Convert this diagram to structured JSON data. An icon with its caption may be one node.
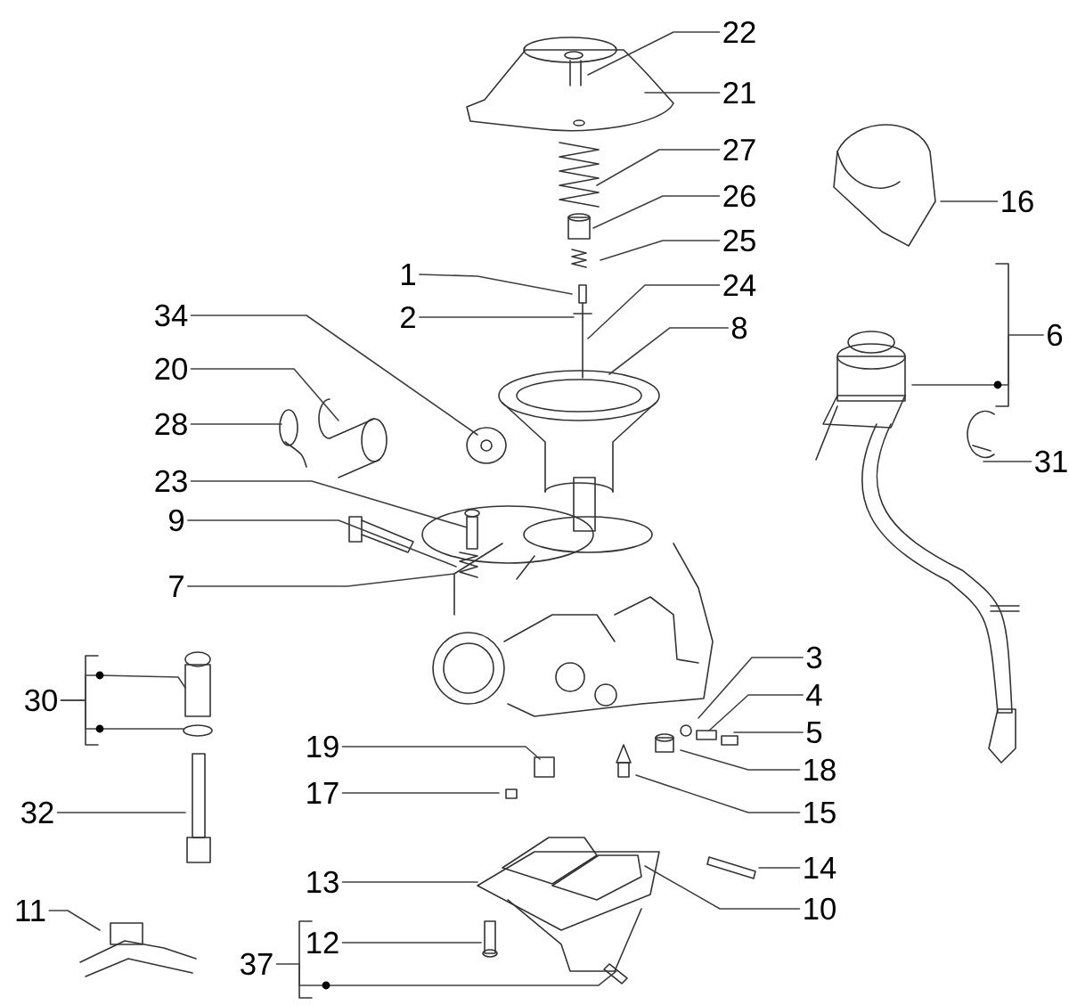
{
  "diagram": {
    "nodes": [
      {
        "text": [
          "22"
        ]
      },
      {
        "text": [
          "21"
        ]
      },
      {
        "text": [
          "27"
        ]
      },
      {
        "text": [
          "16"
        ]
      },
      {
        "text": [
          "26"
        ]
      },
      {
        "text": [
          "25"
        ]
      },
      {
        "text": [
          "1"
        ]
      },
      {
        "text": [
          "24"
        ]
      },
      {
        "text": [
          "2"
        ]
      },
      {
        "text": [
          "8"
        ]
      },
      {
        "text": [
          "6"
        ]
      },
      {
        "text": [
          "34"
        ]
      },
      {
        "text": [
          "20"
        ]
      },
      {
        "text": [
          "28"
        ]
      },
      {
        "text": [
          "31"
        ]
      },
      {
        "text": [
          "23"
        ]
      },
      {
        "text": [
          "9"
        ]
      },
      {
        "text": [
          "7"
        ]
      },
      {
        "text": [
          "3"
        ]
      },
      {
        "text": [
          "30"
        ]
      },
      {
        "text": [
          "4"
        ]
      },
      {
        "text": [
          "5"
        ]
      },
      {
        "text": [
          "19"
        ]
      },
      {
        "text": [
          "18"
        ]
      },
      {
        "text": [
          "17"
        ]
      },
      {
        "text": [
          "15"
        ]
      },
      {
        "text": [
          "32"
        ]
      },
      {
        "text": [
          "14"
        ]
      },
      {
        "text": [
          "13"
        ]
      },
      {
        "text": [
          "10"
        ]
      },
      {
        "text": [
          "11"
        ]
      },
      {
        "text": [
          "12"
        ]
      },
      {
        "text": [
          "37"
        ]
      }
    ],
    "edges": [
      {
        "from": 0,
        "to": null,
        "arrow": "none"
      },
      {
        "from": 1,
        "to": null,
        "arrow": "none"
      },
      {
        "from": 2,
        "to": null,
        "arrow": "none"
      },
      {
        "from": 3,
        "to": null,
        "arrow": "none"
      },
      {
        "from": 4,
        "to": null,
        "arrow": "none"
      },
      {
        "from": 5,
        "to": null,
        "arrow": "none"
      },
      {
        "from": 6,
        "to": null,
        "arrow": "none"
      },
      {
        "from": 7,
        "to": null,
        "arrow": "none"
      },
      {
        "from": 8,
        "to": null,
        "arrow": "none"
      },
      {
        "from": 9,
        "to": null,
        "arrow": "none"
      },
      {
        "from": 10,
        "to": null,
        "arrow": "none"
      },
      {
        "from": 11,
        "to": null,
        "arrow": "none"
      },
      {
        "from": 12,
        "to": null,
        "arrow": "none"
      },
      {
        "from": 13,
        "to": null,
        "arrow": "none"
      },
      {
        "from": 14,
        "to": null,
        "arrow": "none"
      },
      {
        "from": 15,
        "to": null,
        "arrow": "none"
      },
      {
        "from": 16,
        "to": null,
        "arrow": "none"
      },
      {
        "from": 17,
        "to": null,
        "arrow": "none"
      },
      {
        "from": 18,
        "to": null,
        "arrow": "none"
      },
      {
        "from": 19,
        "to": null,
        "arrow": "none"
      },
      {
        "from": 19,
        "to": null,
        "arrow": "none"
      },
      {
        "from": 20,
        "to": null,
        "arrow": "none"
      },
      {
        "from": 21,
        "to": null,
        "arrow": "none"
      },
      {
        "from": 22,
        "to": null,
        "arrow": "none"
      },
      {
        "from": 23,
        "to": null,
        "arrow": "none"
      },
      {
        "from": 24,
        "to": null,
        "arrow": "none"
      },
      {
        "from": 25,
        "to": null,
        "arrow": "none"
      },
      {
        "from": 26,
        "to": null,
        "arrow": "none"
      },
      {
        "from": 27,
        "to": null,
        "arrow": "none"
      },
      {
        "from": 28,
        "to": null,
        "arrow": "none"
      },
      {
        "from": 29,
        "to": null,
        "arrow": "none"
      },
      {
        "from": 30,
        "to": null,
        "arrow": "none"
      },
      {
        "from": 31,
        "to": null,
        "arrow": "none"
      },
      {
        "from": 32,
        "to": null,
        "arrow": "none"
      }
    ]
  }
}
